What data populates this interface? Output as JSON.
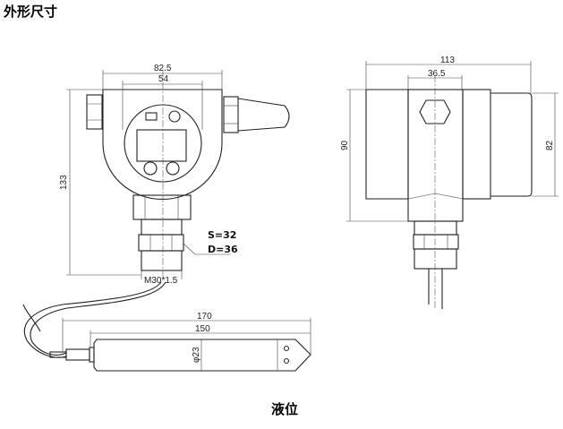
{
  "title": "外形尺寸",
  "caption": "液位",
  "front_view": {
    "width_outer": "82.5",
    "width_inner": "54",
    "height": "133",
    "thread": "M30*1.5",
    "hex_size": "S=32",
    "hex_diameter": "D=36"
  },
  "side_view": {
    "width": "113",
    "center_width": "36.5",
    "height_left": "90",
    "height_right": "82"
  },
  "probe": {
    "total_length": "170",
    "body_length": "150",
    "diameter": "φ23"
  }
}
